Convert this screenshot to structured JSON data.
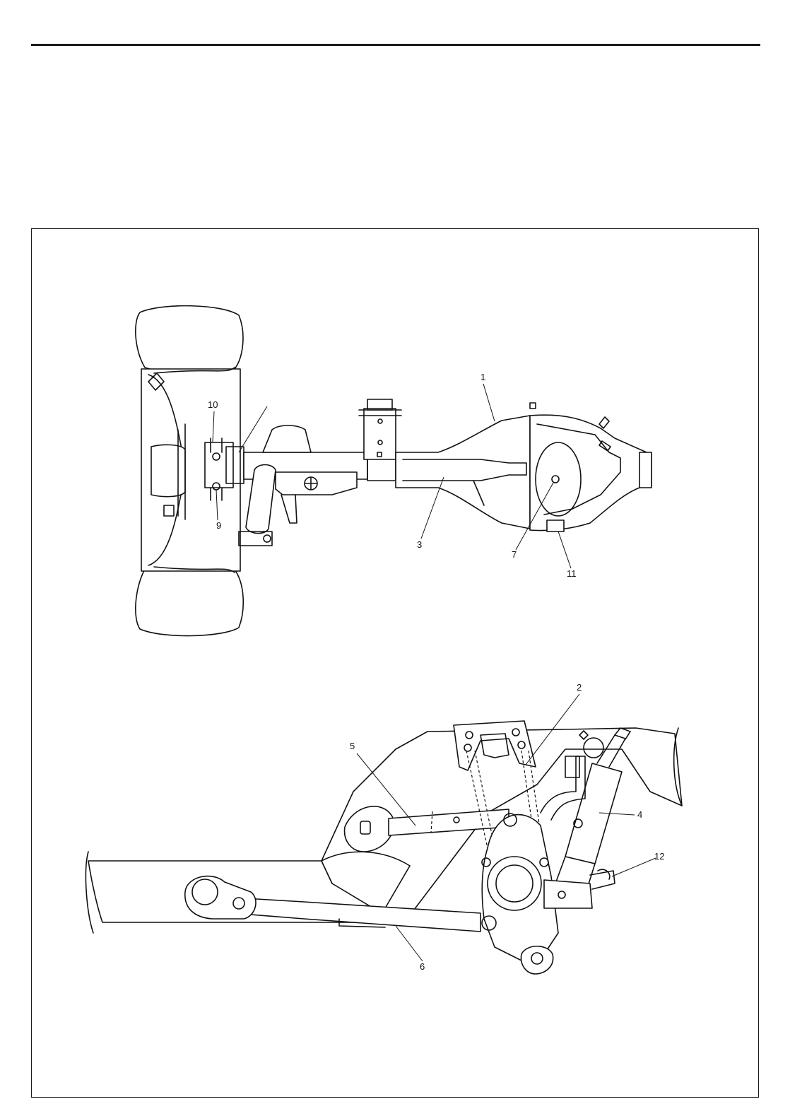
{
  "callouts": {
    "c1": "1",
    "c2": "2",
    "c3": "3",
    "c4": "4",
    "c5": "5",
    "c6": "6",
    "c7": "7",
    "c9": "9",
    "c10": "10",
    "c11": "11",
    "c12": "12"
  },
  "colors": {
    "ink": "#111111",
    "paper": "#ffffff"
  }
}
